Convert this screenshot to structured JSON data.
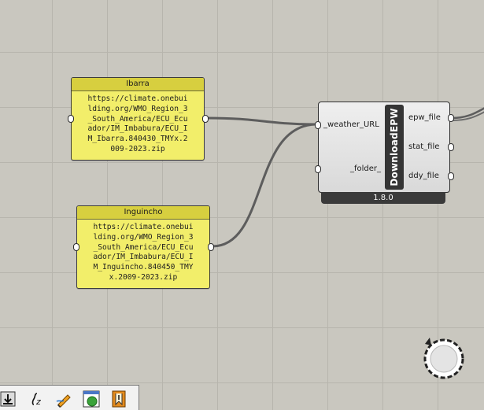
{
  "panels": {
    "ibarra": {
      "title": "Ibarra",
      "content": "https://climate.onebui\nlding.org/WMO_Region_3\n_South_America/ECU_Ecu\nador/IM_Imbabura/ECU_I\nM_Ibarra.840430_TMYx.2\n009-2023.zip"
    },
    "inguincho": {
      "title": "Inguincho",
      "content": "https://climate.onebui\nlding.org/WMO_Region_3\n_South_America/ECU_Ecu\nador/IM_Imbabura/ECU_I\nM_Inguincho.840450_TMY\nx.2009-2023.zip"
    }
  },
  "component": {
    "name": "DownloadEPW",
    "version": "1.8.0",
    "inputs": [
      "_weather_URL",
      "_folder_"
    ],
    "outputs": [
      "epw_file",
      "stat_file",
      "ddy_file"
    ]
  },
  "toolbar": {
    "tools": [
      "bake-icon",
      "expression-icon",
      "sketch-pencil-icon",
      "viewport-icon",
      "bookmark-icon"
    ]
  },
  "colors": {
    "canvas": "#c9c7bf",
    "panel": "#f2ee6a",
    "panel_title": "#d7cf3f",
    "wire": "#5a5a5a",
    "component_name_bar": "#353535"
  }
}
